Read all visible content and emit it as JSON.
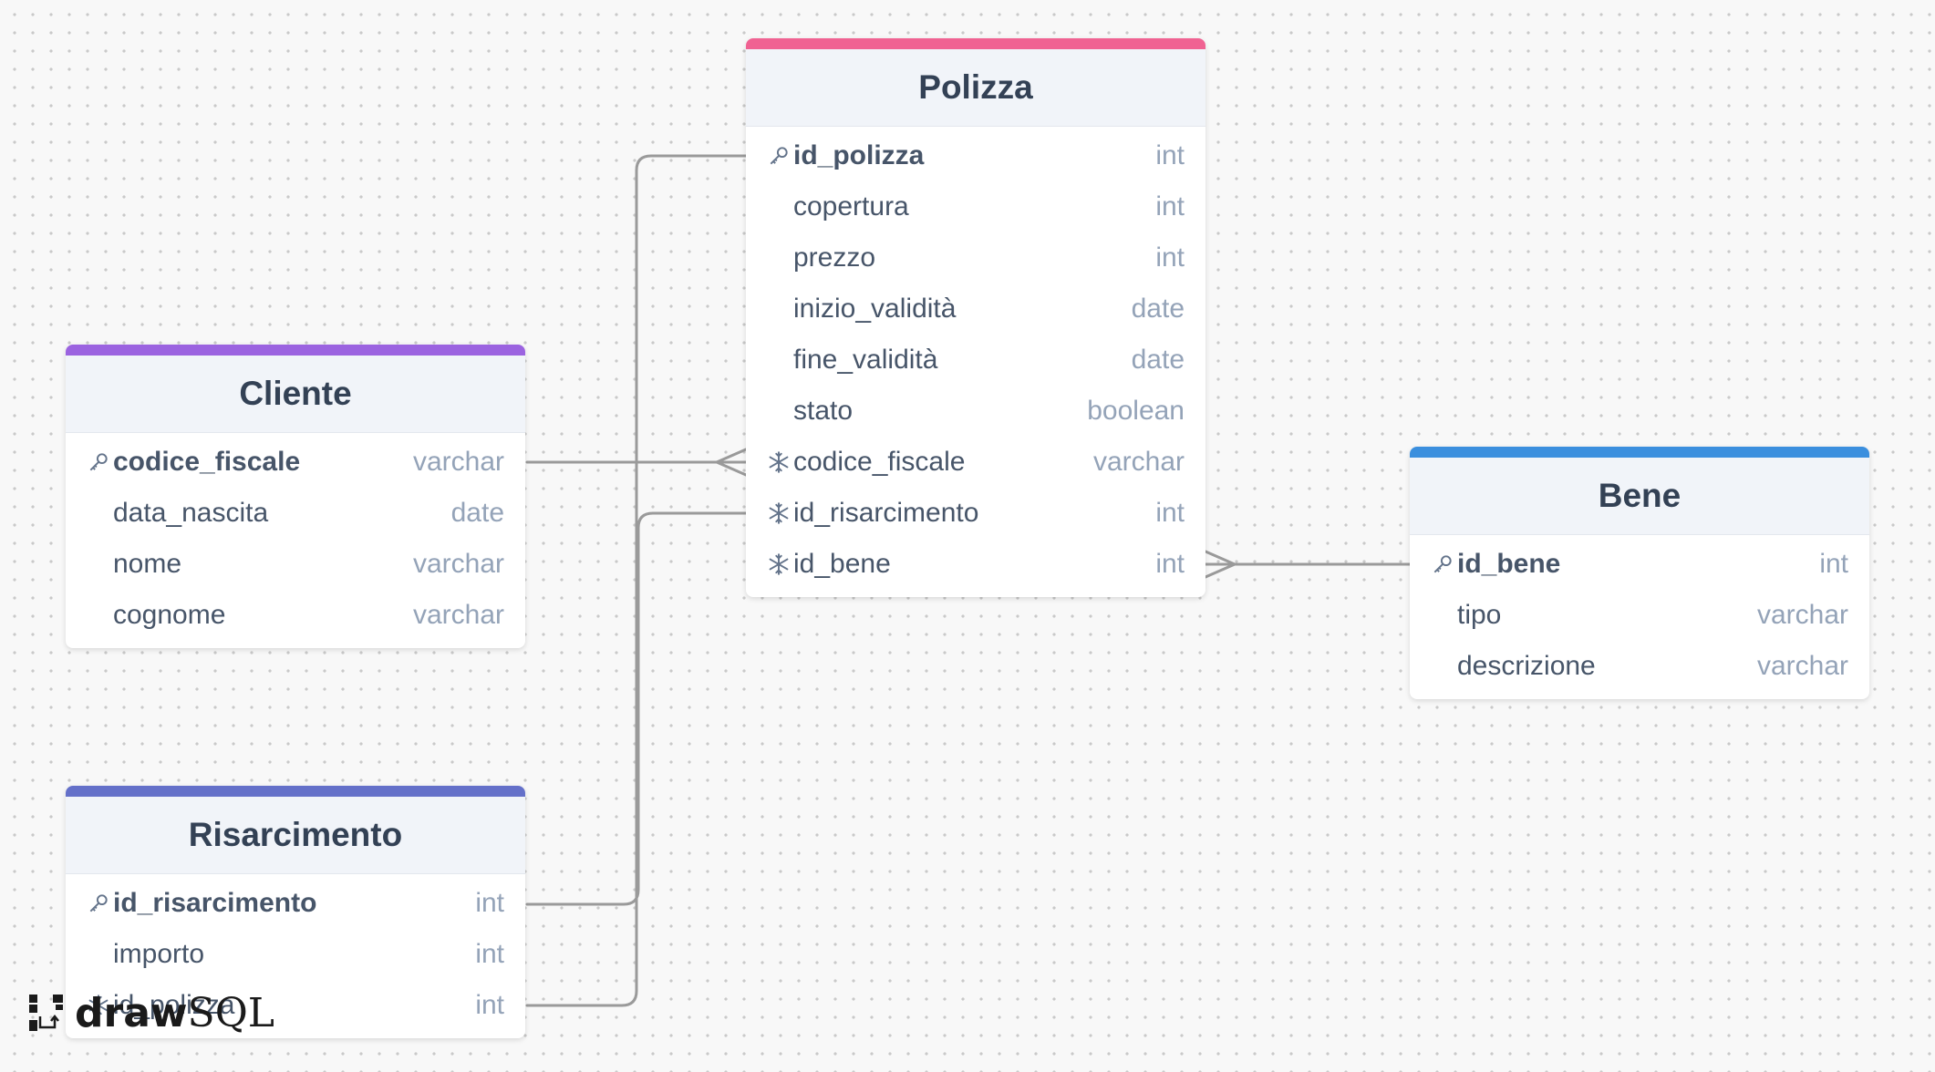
{
  "canvas": {
    "background": "#f8f8f8",
    "dot_color": "#c9c9c9",
    "link_color": "#9a9a9a"
  },
  "tables": {
    "polizza": {
      "name": "Polizza",
      "accent": "#f06292",
      "fields": [
        {
          "name": "id_polizza",
          "type": "int",
          "key": "primary"
        },
        {
          "name": "copertura",
          "type": "int",
          "key": "none"
        },
        {
          "name": "prezzo",
          "type": "int",
          "key": "none"
        },
        {
          "name": "inizio_validità",
          "type": "date",
          "key": "none"
        },
        {
          "name": "fine_validità",
          "type": "date",
          "key": "none"
        },
        {
          "name": "stato",
          "type": "boolean",
          "key": "none"
        },
        {
          "name": "codice_fiscale",
          "type": "varchar",
          "key": "foreign"
        },
        {
          "name": "id_risarcimento",
          "type": "int",
          "key": "foreign"
        },
        {
          "name": "id_bene",
          "type": "int",
          "key": "foreign"
        }
      ]
    },
    "cliente": {
      "name": "Cliente",
      "accent": "#9b63e0",
      "fields": [
        {
          "name": "codice_fiscale",
          "type": "varchar",
          "key": "primary"
        },
        {
          "name": "data_nascita",
          "type": "date",
          "key": "none"
        },
        {
          "name": "nome",
          "type": "varchar",
          "key": "none"
        },
        {
          "name": "cognome",
          "type": "varchar",
          "key": "none"
        }
      ]
    },
    "bene": {
      "name": "Bene",
      "accent": "#3b8fde",
      "fields": [
        {
          "name": "id_bene",
          "type": "int",
          "key": "primary"
        },
        {
          "name": "tipo",
          "type": "varchar",
          "key": "none"
        },
        {
          "name": "descrizione",
          "type": "varchar",
          "key": "none"
        }
      ]
    },
    "risarcimento": {
      "name": "Risarcimento",
      "accent": "#6470c9",
      "fields": [
        {
          "name": "id_risarcimento",
          "type": "int",
          "key": "primary"
        },
        {
          "name": "importo",
          "type": "int",
          "key": "none"
        },
        {
          "name": "id_polizza",
          "type": "int",
          "key": "foreign"
        }
      ]
    }
  },
  "relationships": [
    {
      "from": "cliente.codice_fiscale",
      "to": "polizza.codice_fiscale",
      "cardinality": "one-to-many"
    },
    {
      "from": "risarcimento.id_risarcimento",
      "to": "polizza.id_risarcimento",
      "cardinality": "one-to-one"
    },
    {
      "from": "polizza.id_polizza",
      "to": "risarcimento.id_polizza",
      "cardinality": "one-to-one"
    },
    {
      "from": "bene.id_bene",
      "to": "polizza.id_bene",
      "cardinality": "one-to-many"
    }
  ],
  "brand": {
    "part1": "draw",
    "part2": "SQL"
  },
  "icons": {
    "primary_key": "key-icon",
    "foreign_key": "snowflake-icon"
  }
}
